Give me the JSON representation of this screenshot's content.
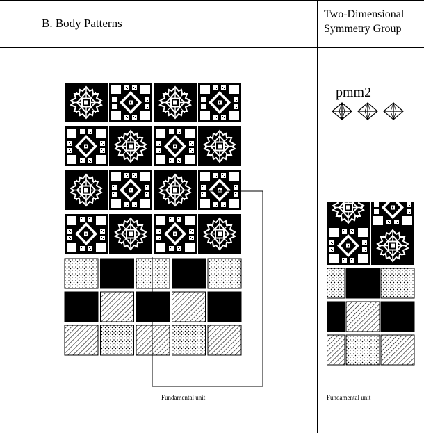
{
  "header": {
    "left_title": "B. Body Patterns",
    "right_title_line1": "Two-Dimensional",
    "right_title_line2": "Symmetry Group"
  },
  "symmetry": {
    "group_label": "pmm2",
    "motif_count": 3
  },
  "pattern": {
    "rows": [
      [
        "A",
        "B",
        "A",
        "B"
      ],
      [
        "B",
        "A",
        "B",
        "A"
      ],
      [
        "A",
        "B",
        "A",
        "B"
      ],
      [
        "B",
        "A",
        "B",
        "A"
      ]
    ],
    "plain_rows": [
      [
        "dots",
        "black",
        "dots",
        "black",
        "dots"
      ],
      [
        "black",
        "hatch",
        "black",
        "hatch",
        "black"
      ],
      [
        "hatch",
        "dots",
        "hatch",
        "dots",
        "hatch"
      ]
    ]
  },
  "captions": {
    "left": "Fundamental unit",
    "right": "Fundamental unit"
  }
}
